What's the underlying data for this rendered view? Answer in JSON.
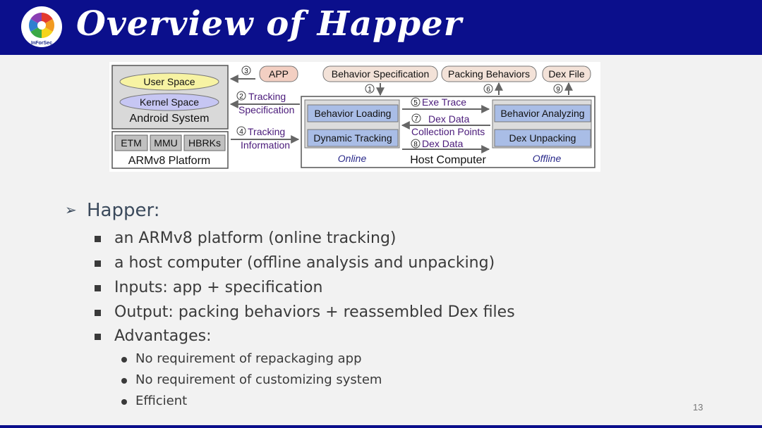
{
  "header": {
    "title": "Overview of Happer",
    "logo_text": "InForSec"
  },
  "diagram": {
    "user_space": "User Space",
    "kernel_space": "Kernel Space",
    "android_system": "Android System",
    "etm": "ETM",
    "mmu": "MMU",
    "hbrks": "HBRKs",
    "armv8_platform": "ARMv8 Platform",
    "app": "APP",
    "behavior_specification": "Behavior Specification",
    "packing_behaviors": "Packing Behaviors",
    "dex_file": "Dex File",
    "tracking_specification_1": "Tracking",
    "tracking_specification_2": "Specification",
    "tracking_information_1": "Tracking",
    "tracking_information_2": "Information",
    "behavior_loading": "Behavior Loading",
    "dynamic_tracking": "Dynamic Tracking",
    "online": "Online",
    "behavior_analyzing": "Behavior Analyzing",
    "dex_unpacking": "Dex Unpacking",
    "offline": "Offline",
    "host_computer": "Host Computer",
    "exe_trace": "Exe Trace",
    "dex_data_cp_1": "Dex Data",
    "dex_data_cp_2": "Collection Points",
    "dex_data": "Dex Data",
    "step1": "1",
    "step2": "2",
    "step3": "3",
    "step4": "4",
    "step5": "5",
    "step6": "6",
    "step7": "7",
    "step8": "8",
    "step9": "9"
  },
  "content": {
    "heading": "Happer:",
    "items": [
      "an ARMv8 platform (online tracking)",
      "a host computer (offline analysis and unpacking)",
      "Inputs: app + specification",
      "Output: packing behaviors + reassembled Dex files",
      "Advantages:"
    ],
    "advantages": [
      "No requirement of repackaging app",
      "No requirement of customizing system",
      "Efficient"
    ]
  },
  "footer": {
    "page_number": "13"
  },
  "colors": {
    "title_bar": "#0b0f8c",
    "user_space": "#f7f3a3",
    "kernel_space": "#c6c6f3",
    "inner_box": "#a9bde6",
    "app_box": "#f3cfc2",
    "arrow_purple": "#4a1a7a"
  }
}
